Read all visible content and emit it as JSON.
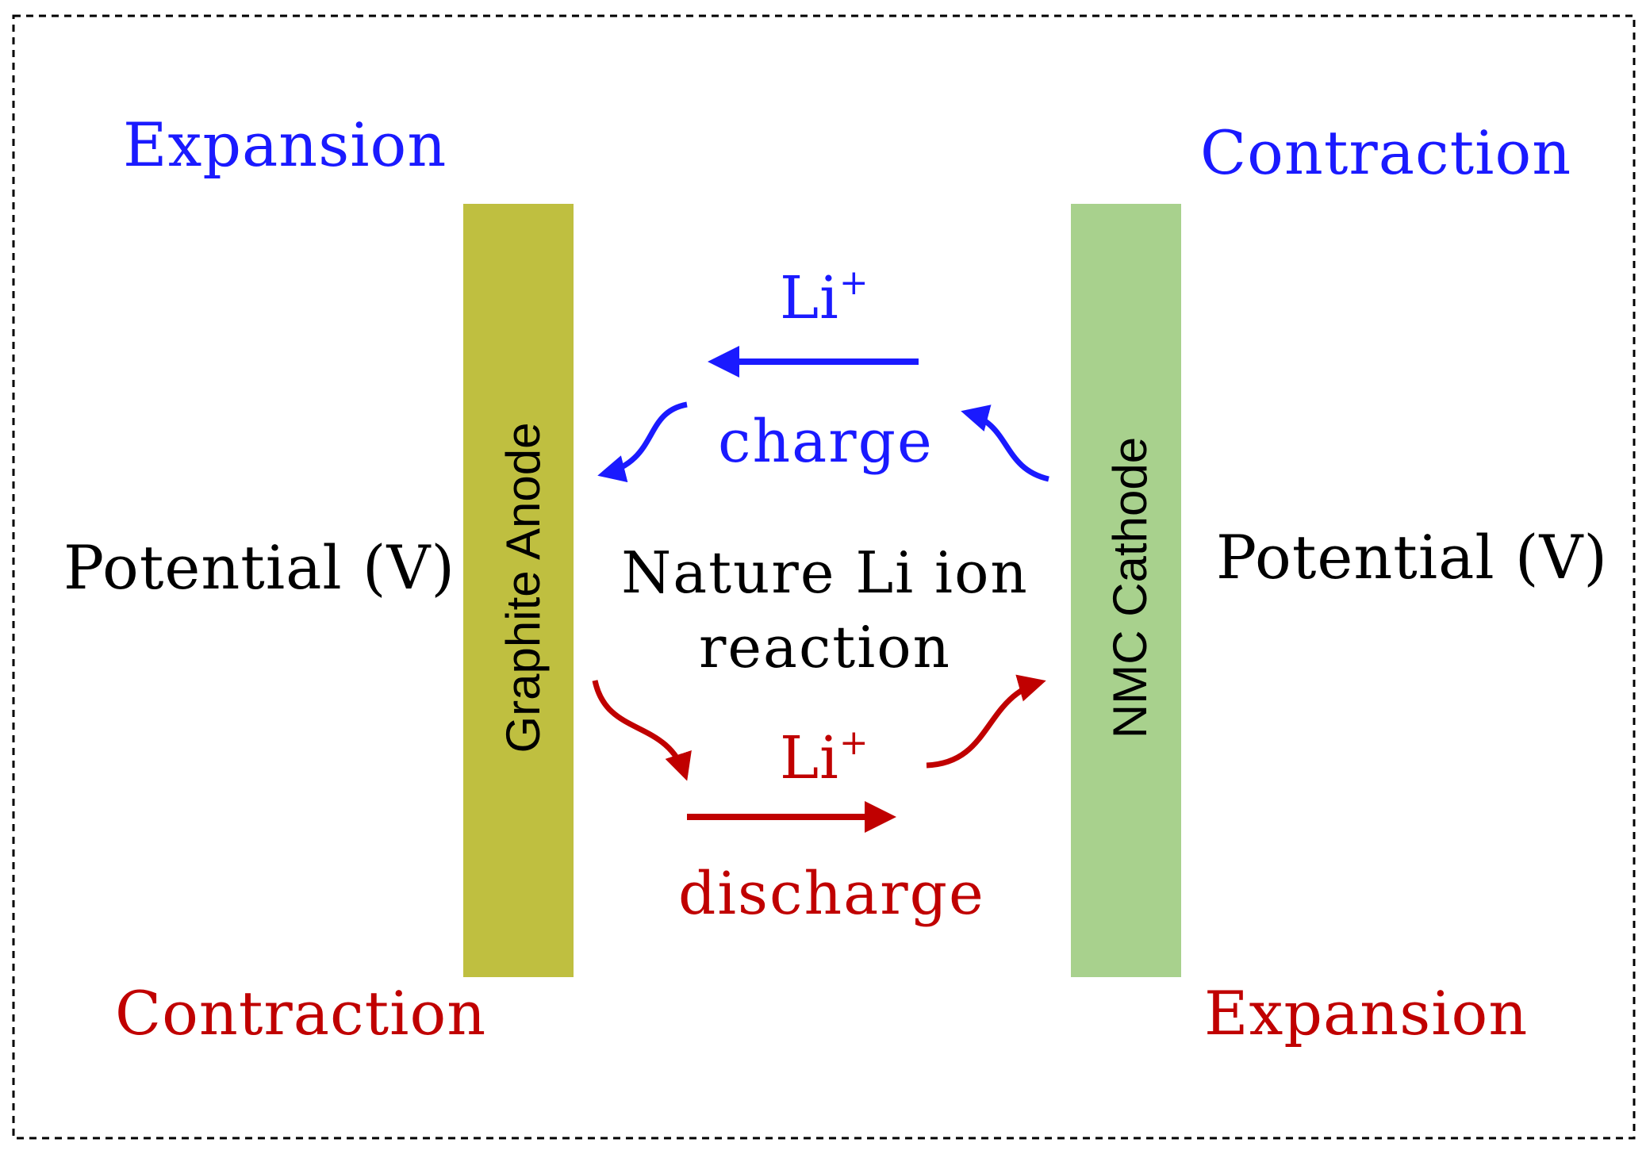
{
  "diagram": {
    "anode": {
      "label": "Graphite Anode",
      "color": "#bfbf40"
    },
    "cathode": {
      "label": "NMC Cathode",
      "color": "#a8d18d"
    },
    "center_title": "Nature Li ion\nreaction",
    "charge": {
      "label": "charge",
      "ion": "Li",
      "ion_superscript": "+",
      "color": "#1a1aff",
      "direction": "cathode-to-anode"
    },
    "discharge": {
      "label": "discharge",
      "ion": "Li",
      "ion_superscript": "+",
      "color": "#c00000",
      "direction": "anode-to-cathode"
    },
    "anode_side": {
      "top_label": "Expansion",
      "middle_label": "Potential (V)",
      "bottom_label": "Contraction"
    },
    "cathode_side": {
      "top_label": "Contraction",
      "middle_label": "Potential (V)",
      "bottom_label": "Expansion"
    },
    "border": {
      "style": "dashed",
      "color": "#000000"
    }
  }
}
